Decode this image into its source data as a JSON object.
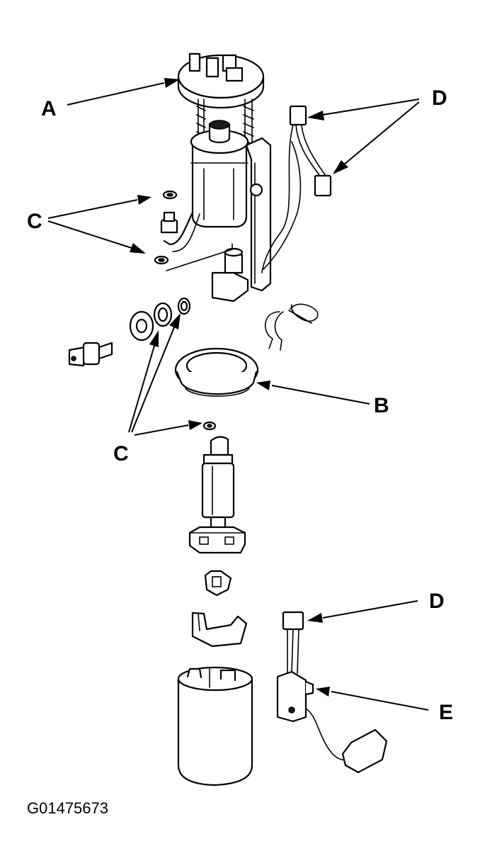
{
  "callouts": {
    "A": "A",
    "B": "B",
    "C": "C",
    "D": "D",
    "E": "E"
  },
  "figure_id": "G01475673"
}
